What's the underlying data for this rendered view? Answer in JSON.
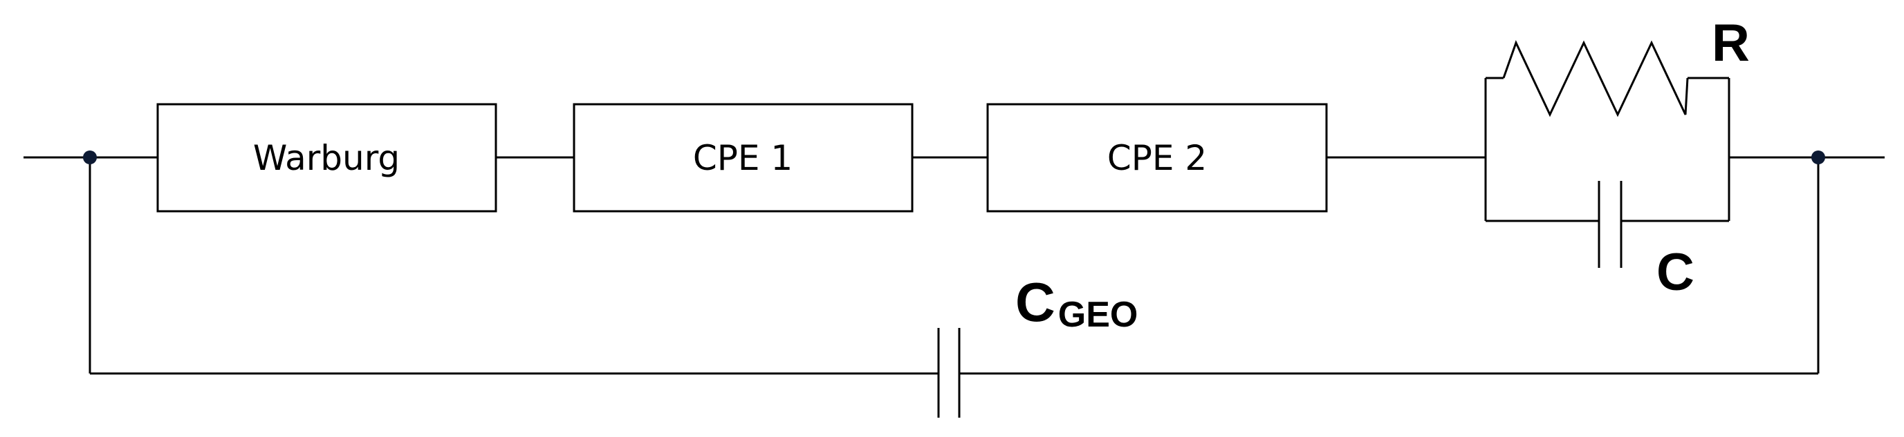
{
  "diagram": {
    "components": [
      {
        "id": "warburg",
        "label": "Warburg"
      },
      {
        "id": "cpe1",
        "label": "CPE 1"
      },
      {
        "id": "cpe2",
        "label": "CPE 2"
      }
    ],
    "resistor": {
      "label": "R"
    },
    "capacitor": {
      "label": "C"
    },
    "geometric_capacitor": {
      "label_main": "C",
      "label_sub": "GEO"
    }
  },
  "colors": {
    "line": "#000000",
    "node": "#0d1a33",
    "background": "#ffffff"
  }
}
